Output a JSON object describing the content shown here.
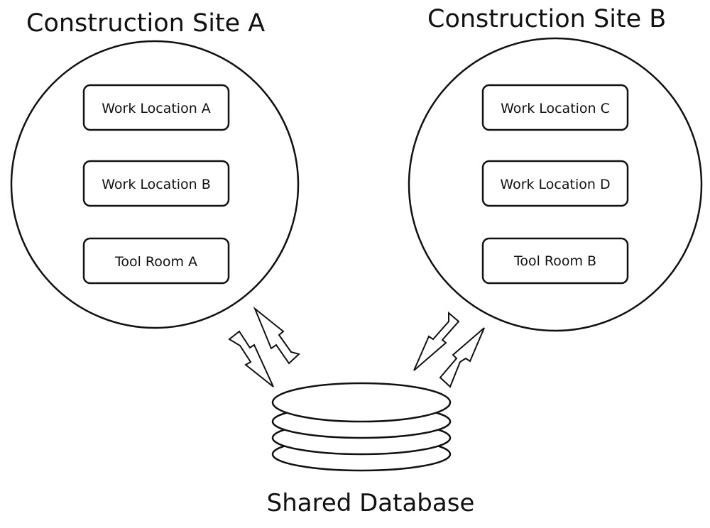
{
  "sites": [
    {
      "title": "Construction Site A",
      "locations": [
        "Work Location A",
        "Work Location B",
        "Tool Room A"
      ]
    },
    {
      "title": "Construction Site B",
      "locations": [
        "Work Location C",
        "Work Location D",
        "Tool Room B"
      ]
    }
  ],
  "database": {
    "label": "Shared Database"
  }
}
